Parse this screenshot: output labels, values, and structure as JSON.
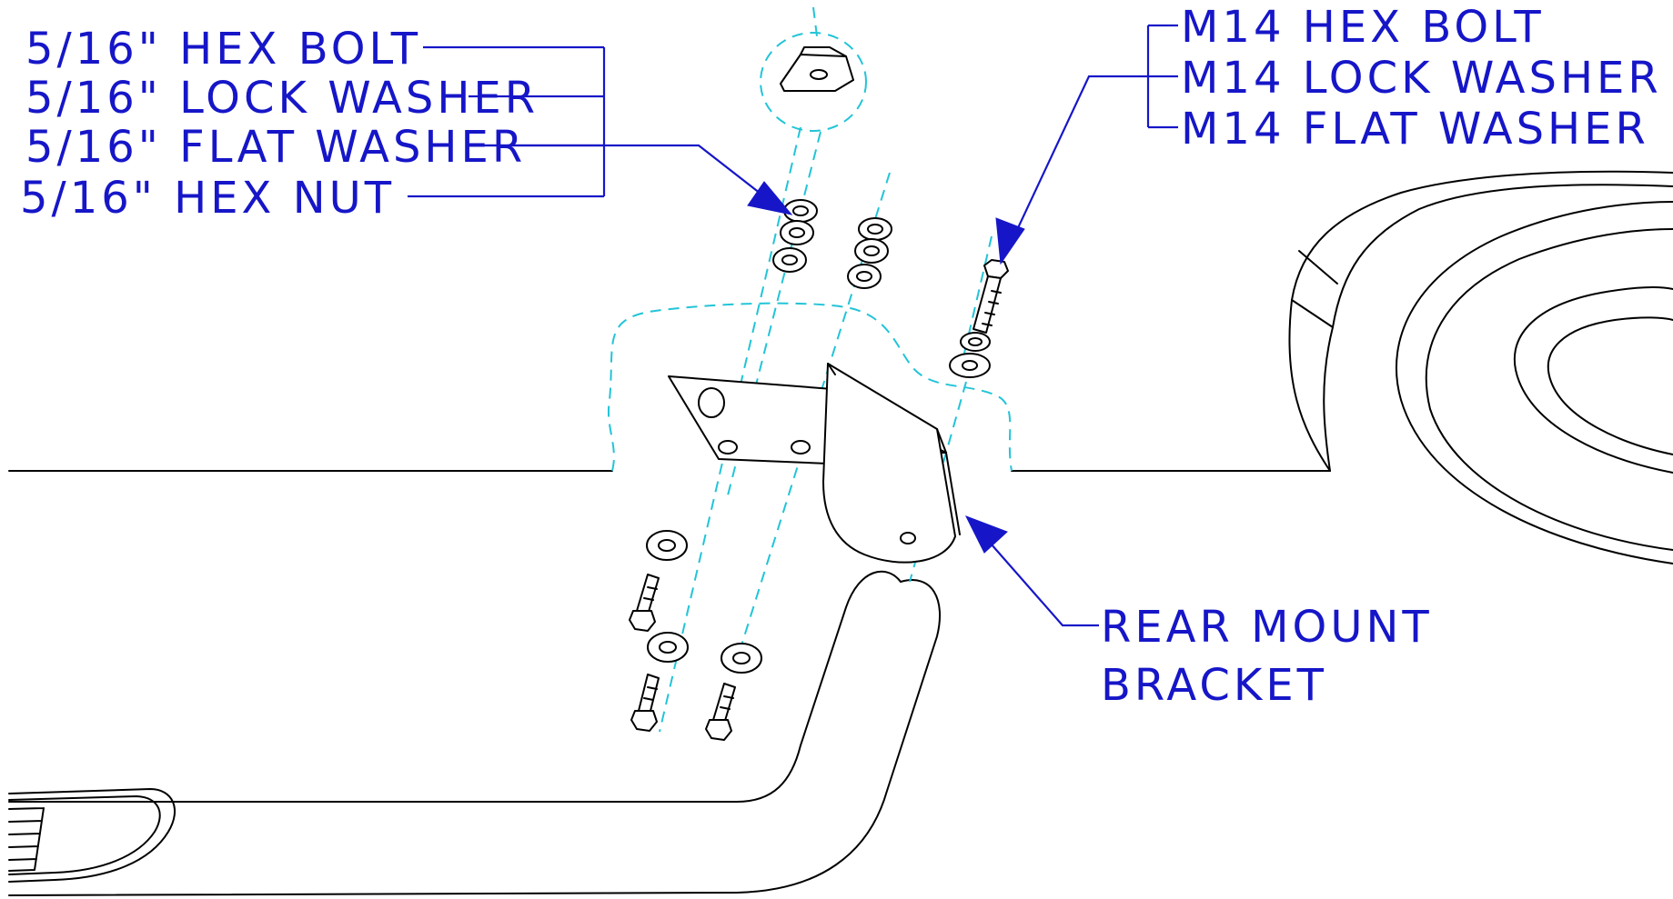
{
  "callouts": {
    "left_group": {
      "hex_bolt": "5/16\" HEX BOLT",
      "lock_washer": "5/16\" LOCK WASHER",
      "flat_washer": "5/16\" FLAT WASHER",
      "hex_nut": "5/16\" HEX NUT"
    },
    "right_group": {
      "hex_bolt": "M14 HEX BOLT",
      "lock_washer": "M14 LOCK WASHER",
      "flat_washer": "M14 FLAT WASHER"
    },
    "bracket": {
      "line1": "REAR MOUNT",
      "line2": "BRACKET"
    }
  },
  "colors": {
    "callout_blue": "#1616c8",
    "hidden_line_cyan": "#22c4d8",
    "outline_black": "#000000"
  }
}
